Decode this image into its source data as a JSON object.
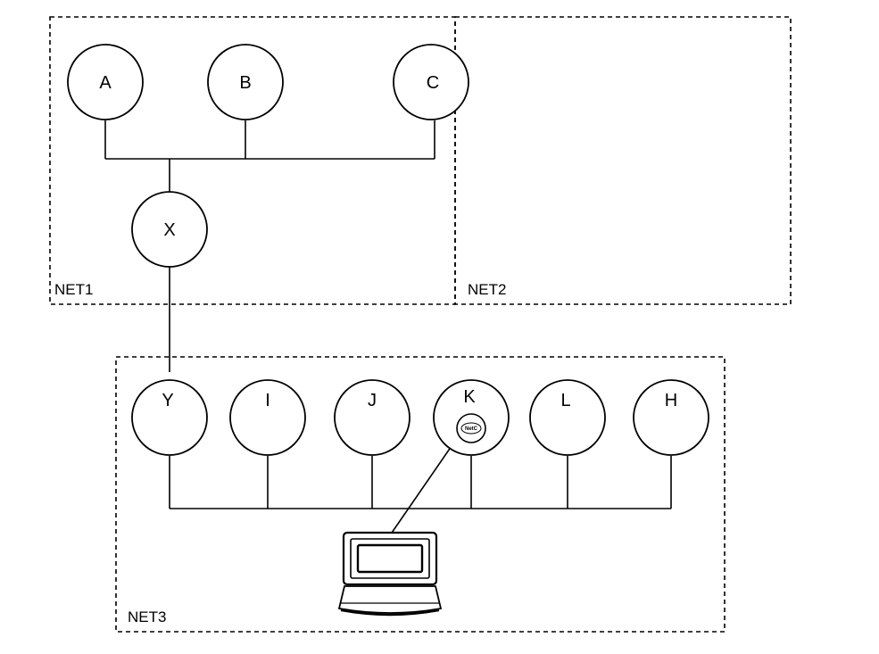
{
  "networks": {
    "net1": "NET1",
    "net2": "NET2",
    "net3": "NET3"
  },
  "nodes": {
    "a": "A",
    "b": "B",
    "c": "C",
    "x": "X",
    "y": "Y",
    "i": "I",
    "j": "J",
    "k": "K",
    "l": "L",
    "h": "H"
  },
  "k_badge": "NetC",
  "colors": {
    "stroke": "#000000",
    "background": "#ffffff"
  }
}
